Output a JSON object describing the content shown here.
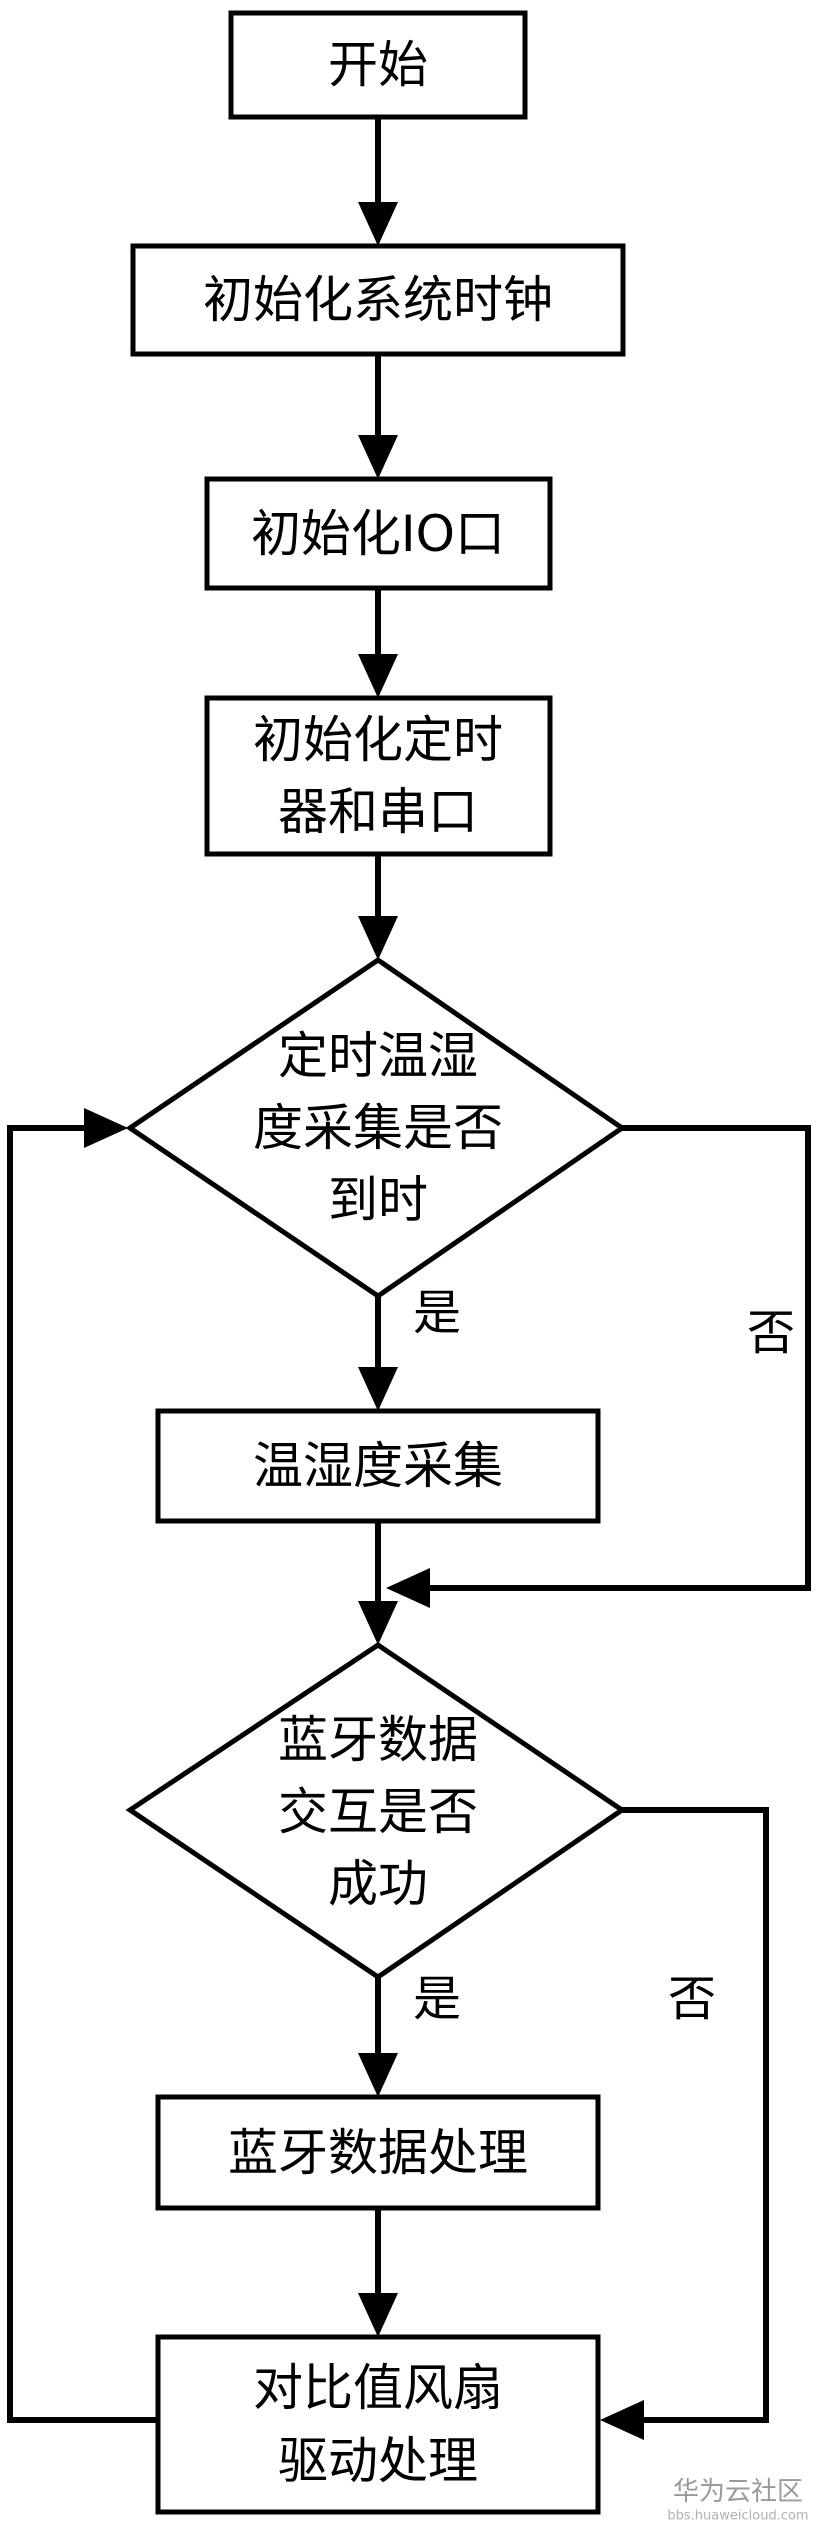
{
  "nodes": {
    "start": {
      "label": "开始"
    },
    "init_clock": {
      "label": "初始化系统时钟"
    },
    "init_io": {
      "label": "初始化IO口"
    },
    "init_timer_uart": {
      "lines": [
        "初始化定时",
        "器和串口"
      ]
    },
    "decision_sample_timer": {
      "lines": [
        "定时温湿",
        "度采集是否",
        "到时"
      ]
    },
    "temp_humidity_sample": {
      "label": "温湿度采集"
    },
    "decision_bluetooth": {
      "lines": [
        "蓝牙数据",
        "交互是否",
        "成功"
      ]
    },
    "bluetooth_process": {
      "label": "蓝牙数据处理"
    },
    "fan_drive": {
      "lines": [
        "对比值风扇",
        "驱动处理"
      ]
    }
  },
  "edge_labels": {
    "decision1_yes": "是",
    "decision1_no": "否",
    "decision2_yes": "是",
    "decision2_no": "否"
  },
  "watermark": {
    "brand": "华为云社区",
    "url": "bbs.huaweicloud.com"
  },
  "colors": {
    "stroke": "#000000",
    "background": "#ffffff",
    "watermark": "#9a9a9a"
  }
}
